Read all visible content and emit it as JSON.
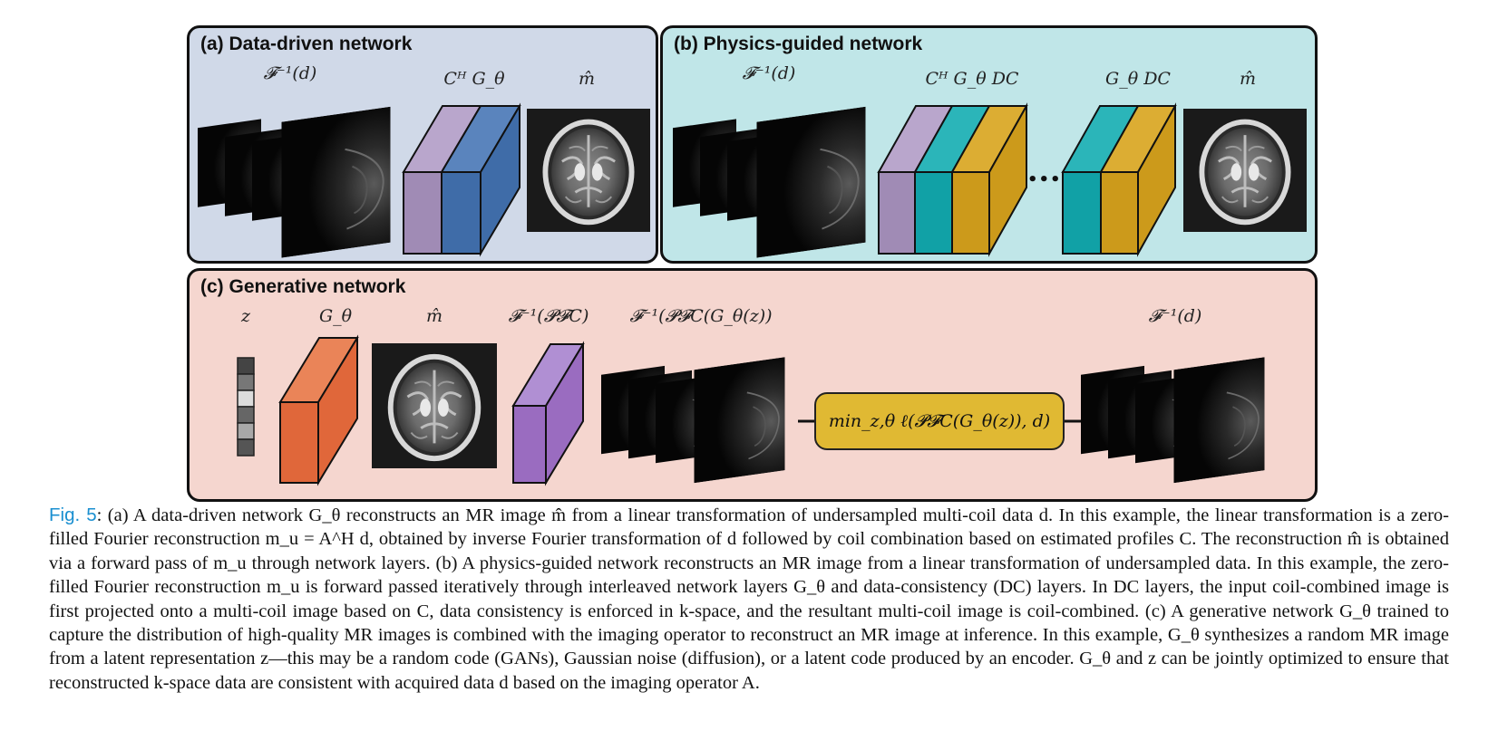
{
  "figure": {
    "panel_a": {
      "title": "(a) Data-driven network",
      "label_input": "𝓕⁻¹(d)",
      "label_net": "Cᴴ  G_θ",
      "label_output": "m̂"
    },
    "panel_b": {
      "title": "(b) Physics-guided network",
      "label_input": "𝓕⁻¹(d)",
      "label_net1": "Cᴴ  G_θ  DC",
      "label_net2": "G_θ  DC",
      "label_output": "m̂",
      "ellipsis": "•••••"
    },
    "panel_c": {
      "title": "(c) Generative network",
      "label_z": "z",
      "label_gen": "G_θ",
      "label_mhat": "m̂",
      "label_op": "𝓕⁻¹(𝓟𝓕C)",
      "label_synth": "𝓕⁻¹(𝓟𝓕C(G_θ(z))",
      "loss": "min_z,θ ℓ(𝓟𝓕C(G_θ(z)), d)",
      "label_data": "𝓕⁻¹(d)"
    },
    "colors": {
      "panel_a_bg": "#d0d9e8",
      "panel_b_bg": "#c0e6e8",
      "panel_c_bg": "#f5d6cf",
      "lavender": "#a08bb5",
      "blue": "#3f6ca8",
      "teal": "#11a1a6",
      "gold": "#cc9a1b",
      "orange": "#e0673a",
      "purple": "#9a6cc0",
      "loss_box": "#e0b933",
      "fig_label": "#1a8fd0"
    }
  },
  "caption": {
    "fig_label": "Fig. 5",
    "paragraph_lines": [
      ": (a) A data-driven network G_θ reconstructs an MR image m̂ from a linear transformation of undersampled multi-coil data d. In this example, the linear transformation is a zero-filled Fourier reconstruction m_u = A^H d, obtained by inverse Fourier transformation of d followed by coil combination based on estimated profiles C. The reconstruction m̂ is obtained via a forward pass of m_u through network layers. (b) A physics-guided network reconstructs an MR image from a linear transformation of undersampled data. In this example, the zero-filled Fourier reconstruction m_u is forward passed iteratively through interleaved network layers G_θ and data-consistency (DC) layers. In DC layers, the input coil-combined image is first projected onto a multi-coil image based on C, data consistency is enforced in k-space, and the resultant multi-coil image is coil-combined. (c) A generative network G_θ trained to capture the distribution of high-quality MR images is combined with the imaging operator to reconstruct an MR image at inference. In this example, G_θ synthesizes a random MR image from a latent representation z—this may be a random code (GANs), Gaussian noise (diffusion), or a latent code produced by an encoder. G_θ and z can be jointly optimized to ensure that reconstructed k-space data are consistent with acquired data d based on the imaging operator A."
    ]
  }
}
